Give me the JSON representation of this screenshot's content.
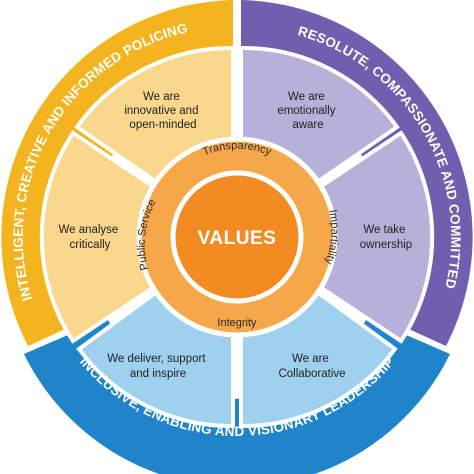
{
  "colors": {
    "gold": "#f4b41f",
    "purple": "#6f5fae",
    "blue": "#1f84c9",
    "gold_light": "#f9d78c",
    "purple_light": "#b7b1d9",
    "blue_light": "#9fd0ee",
    "orange_ring": "#f6a74a",
    "orange_core": "#f28c22",
    "divider": "#ffffff"
  },
  "outer_ring": {
    "top_left": "INTELLIGENT, CREATIVE AND INFORMED POLICING",
    "top_right": "RESOLUTE, COMPASSIONATE AND COMMITTED",
    "bottom": "INCLUSIVE, ENABLING AND VISIONARY LEADERSHIP"
  },
  "segments": {
    "top_left": {
      "line1": "We are",
      "line2": "innovative and",
      "line3": "open-minded"
    },
    "left": {
      "line1": "We analyse",
      "line2": "critically"
    },
    "bottom_left": {
      "line1": "We deliver, support",
      "line2": "and inspire"
    },
    "bottom_right": {
      "line1": "We are",
      "line2": "Collaborative"
    },
    "right": {
      "line1": "We take",
      "line2": "ownership"
    },
    "top_right": {
      "line1": "We are",
      "line2": "emotionally",
      "line3": "aware"
    }
  },
  "values_ring": {
    "top": "Transparency",
    "right": "Impartiality",
    "bottom": "Integrity",
    "left": "Public Service"
  },
  "core": {
    "label": "VALUES"
  }
}
